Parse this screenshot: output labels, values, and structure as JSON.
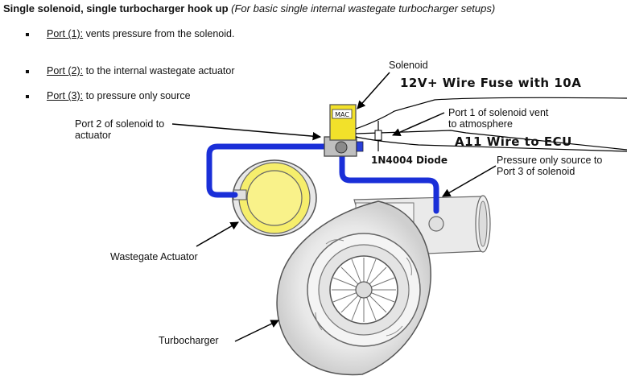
{
  "header": {
    "title_bold": "Single solenoid, single turbocharger hook up",
    "title_italic": "(For basic single internal wastegate turbocharger setups)"
  },
  "bullets": [
    {
      "port": "Port (1):",
      "text": "vents pressure from the solenoid."
    },
    {
      "port": "Port (2):",
      "text": "to the internal wastegate actuator"
    },
    {
      "port": "Port (3):",
      "text": "to pressure only source"
    }
  ],
  "labels": {
    "solenoid": "Solenoid",
    "fuse_wire": "12V+ Wire Fuse with 10A",
    "port1_line1": "Port 1 of solenoid vent",
    "port1_line2": "to atmosphere",
    "ecu_wire": "A11 Wire to ECU",
    "diode": "1N4004 Diode",
    "port2_line1": "Port 2 of solenoid to",
    "port2_line2": "actuator",
    "pressure_line1": "Pressure only source to",
    "pressure_line2": "Port 3 of solenoid",
    "wastegate": "Wastegate Actuator",
    "turbo": "Turbocharger",
    "solenoid_brand": "MAC"
  },
  "colors": {
    "hose": "#1a2fd8",
    "solenoid_body": "#f2e12a",
    "actuator": "#f7f07a",
    "metal": "#e6e6e6",
    "outline": "#555555"
  }
}
